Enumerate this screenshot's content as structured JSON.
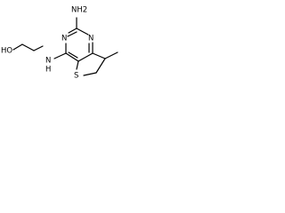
{
  "molecule": {
    "labels": {
      "oh": "HO",
      "amino_n": "N",
      "amino_h": "H",
      "ring_n_top": "N",
      "ring_n_left": "N",
      "nh2": "NH2",
      "sulfur": "S"
    },
    "colors": {
      "bond": "#000000",
      "text": "#000000",
      "background": "#ffffff"
    }
  }
}
